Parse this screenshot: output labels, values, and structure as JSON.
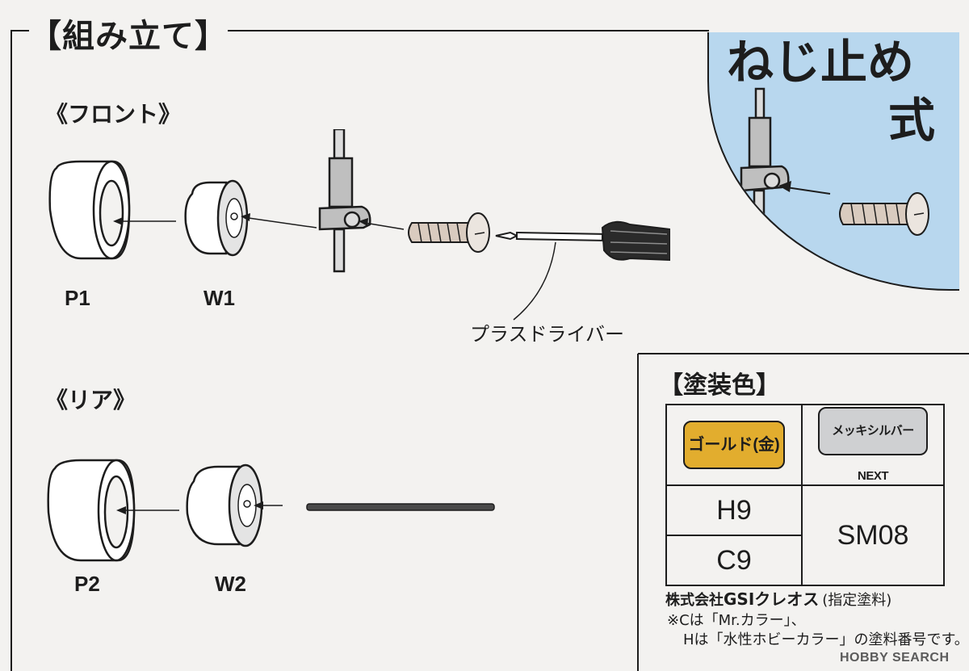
{
  "header": {
    "title": "【組み立て】"
  },
  "front": {
    "heading": "《フロント》",
    "parts": [
      "P1",
      "W1"
    ],
    "tool_label": "プラスドライバー"
  },
  "rear": {
    "heading": "《リア》",
    "parts": [
      "P2",
      "W2"
    ]
  },
  "screw_panel": {
    "line1": "ねじ止め",
    "line2": "式"
  },
  "paint": {
    "title": "【塗装色】",
    "colors": [
      {
        "name": "ゴールド(金)",
        "swatch": "#e2ad2e",
        "codes": [
          "H9",
          "C9"
        ]
      },
      {
        "name": "メッキシルバーNEXT",
        "swatch": "#cfd0d2",
        "codes": [
          "SM08"
        ]
      }
    ],
    "maker_prefix": "株式会社",
    "maker_brand": "GSIクレオス",
    "maker_suffix": "(指定塗料)",
    "note1": "※Cは「Mr.カラー」、",
    "note2": "Hは「水性ホビーカラー」の塗料番号です。"
  },
  "watermark": "HOBBY SEARCH",
  "colors": {
    "background": "#f3f2f0",
    "panel_blue": "#b8d7ee",
    "ink": "#1d1d1d"
  }
}
